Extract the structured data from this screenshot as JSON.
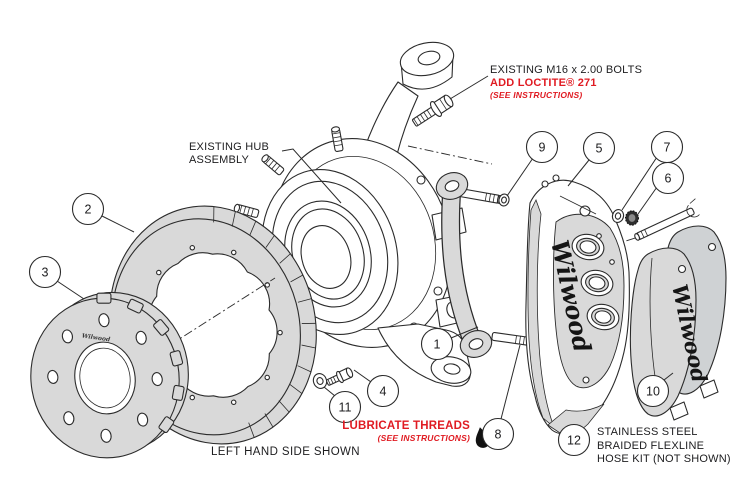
{
  "diagram": {
    "type": "exploded-view technical illustration, front disc brake kit on steering knuckle",
    "view_note": "LEFT HAND SIDE SHOWN"
  },
  "labels": {
    "hub": "EXISTING HUB\nASSEMBLY",
    "bolts_line1": "EXISTING M16 x 2.00 BOLTS",
    "bolts_line2": "ADD LOCTITE® 271",
    "bolts_line3": "(SEE INSTRUCTIONS)",
    "lubricate_line1": "LUBRICATE THREADS",
    "lubricate_line2": "(SEE INSTRUCTIONS)",
    "hose_kit": "STAINLESS STEEL\nBRAIDED FLEXLINE\nHOSE KIT (NOT SHOWN)",
    "footer": "LEFT HAND SIDE SHOWN"
  },
  "brand": "Wilwood",
  "callouts": {
    "c1": "1",
    "c2": "2",
    "c3": "3",
    "c4": "4",
    "c5": "5",
    "c6": "6",
    "c7": "7",
    "c8": "8",
    "c9": "9",
    "c10": "10",
    "c11": "11",
    "c12": "12"
  },
  "colors": {
    "accent_red": "#e01b22",
    "part_gray": "#d9d9d9",
    "line": "#2b2b2b",
    "background": "#ffffff"
  }
}
